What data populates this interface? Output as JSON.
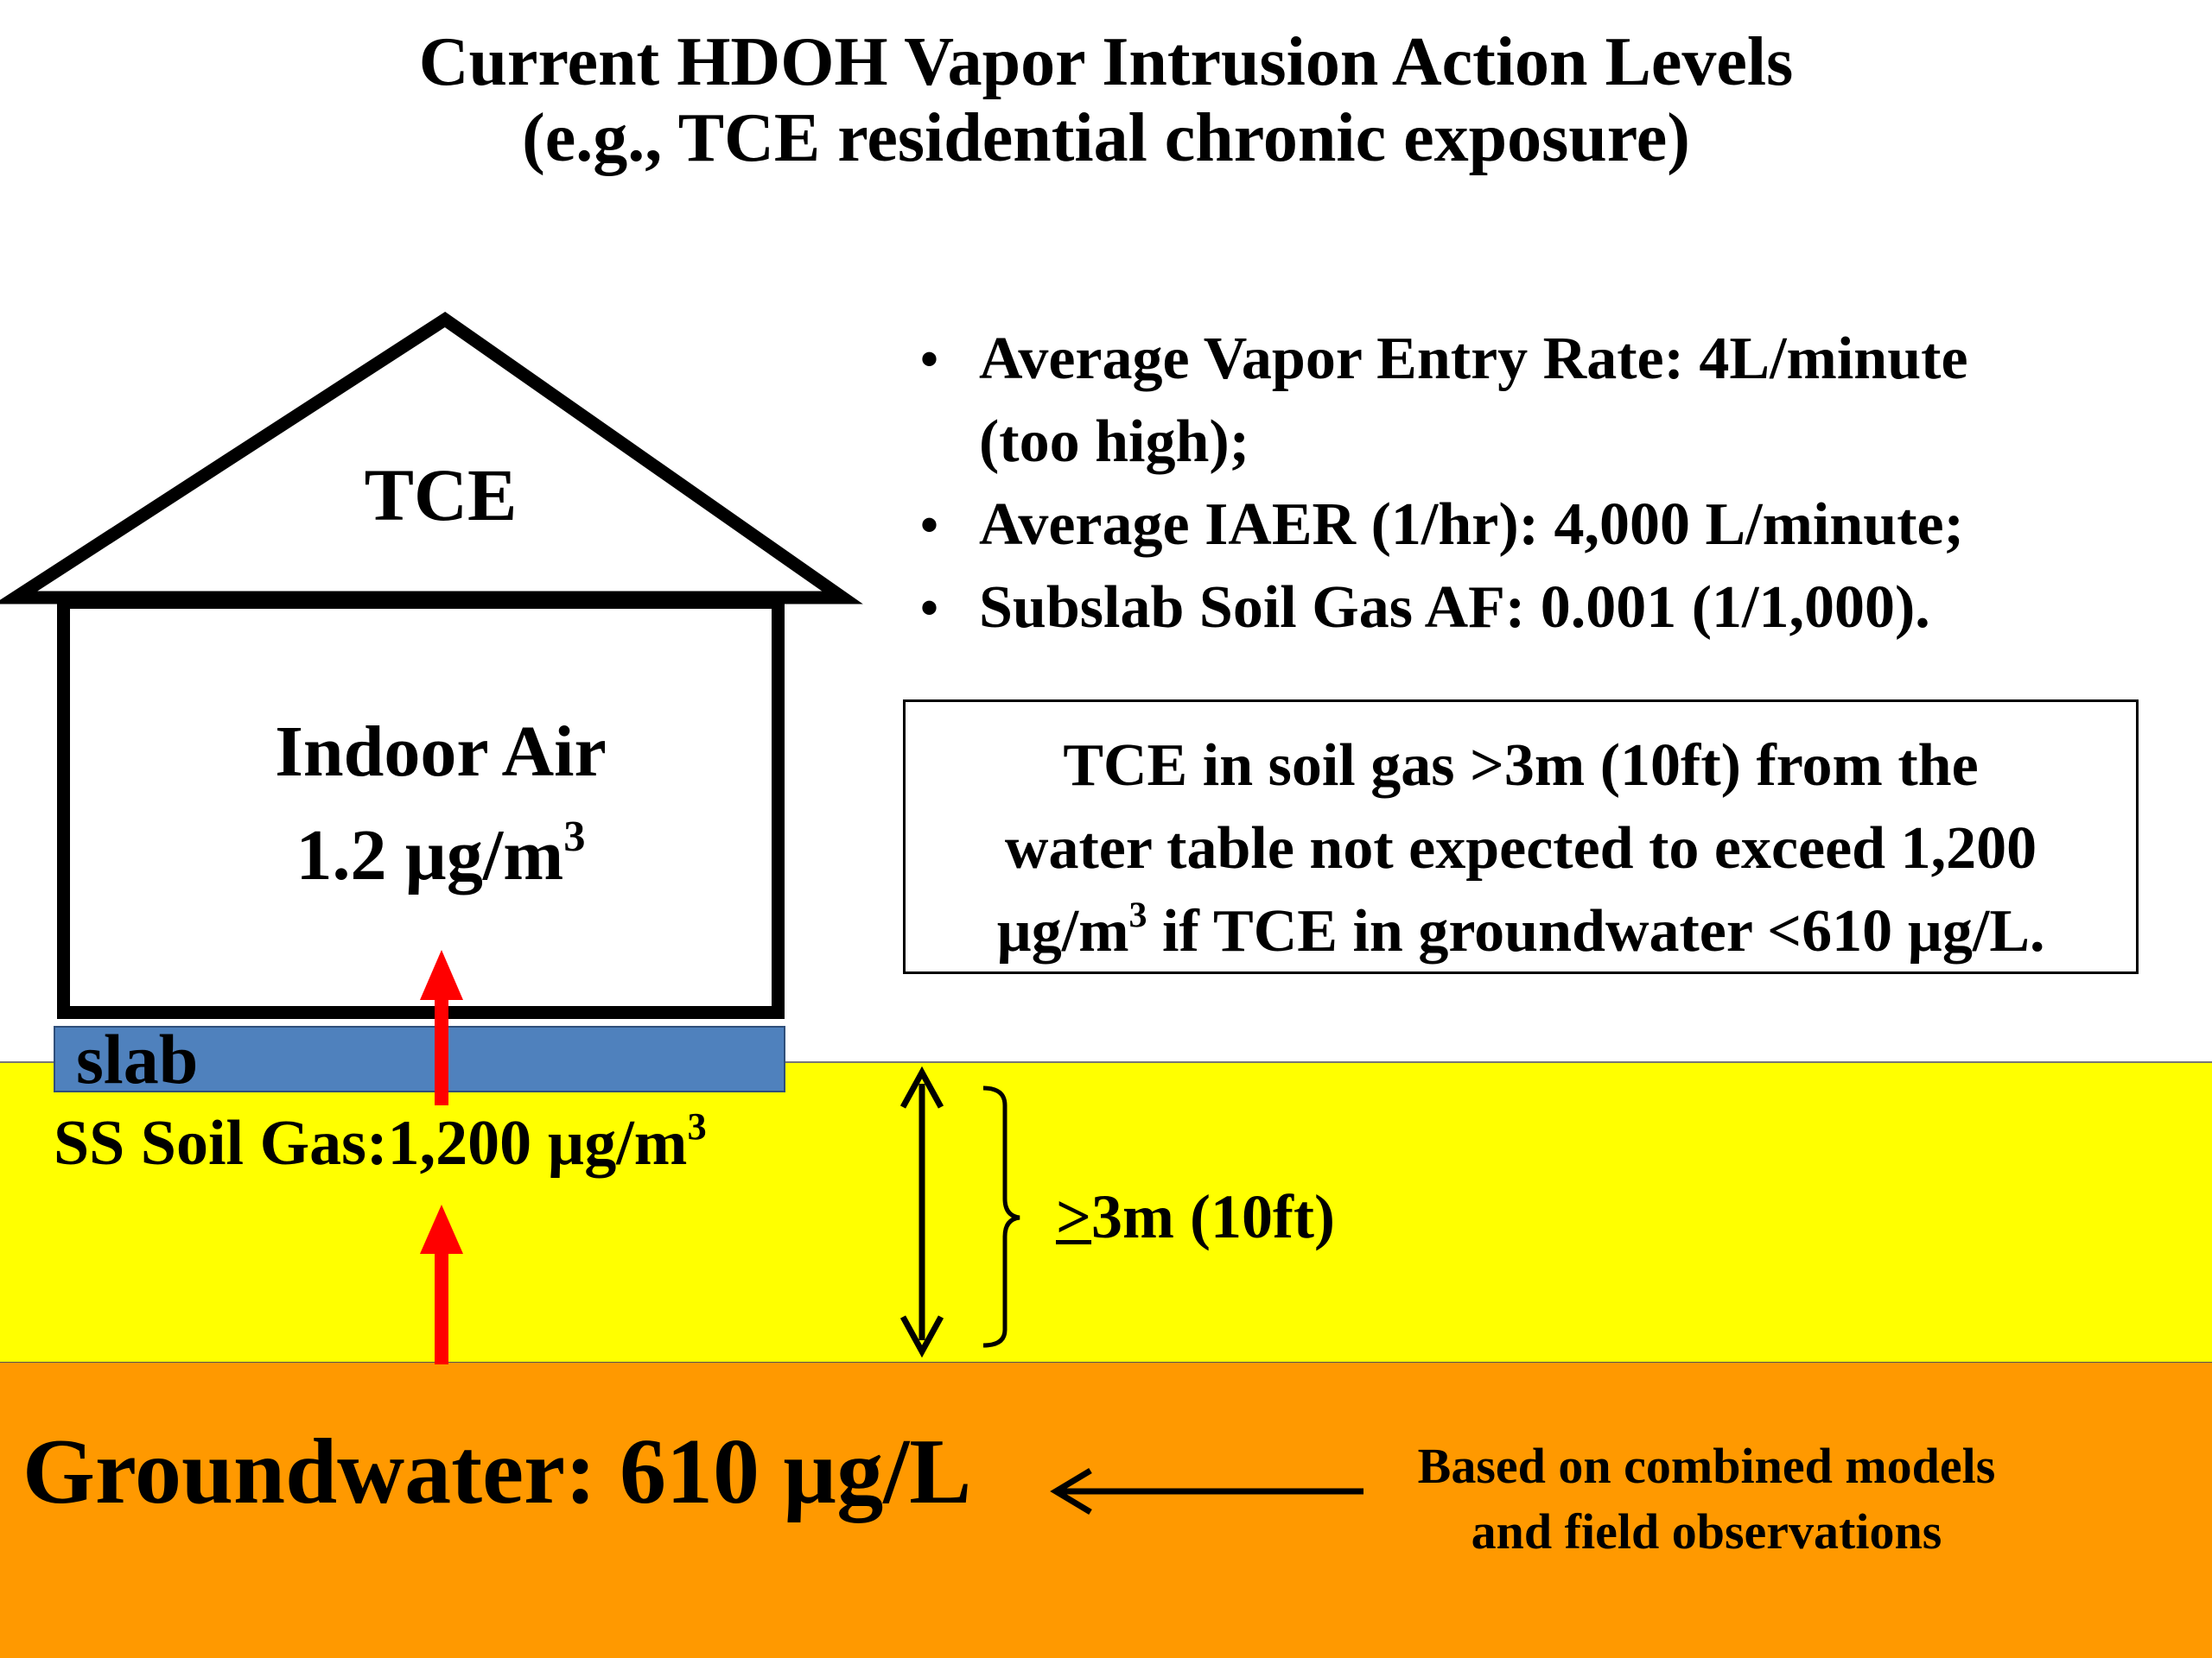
{
  "title": {
    "line1": "Current HDOH Vapor Intrusion Action Levels",
    "line2": "(e.g., TCE residential chronic exposure)"
  },
  "house": {
    "roof_label": "TCE",
    "indoor_air_label": "Indoor Air",
    "indoor_air_value": "1.2 µg/m",
    "indoor_air_superscript": "3",
    "slab_label": "slab"
  },
  "subslab": {
    "label": "SS Soil Gas:1,200 µg/m",
    "superscript": "3"
  },
  "bullets": [
    {
      "line1": "Average Vapor Entry Rate: 4L/minute",
      "line2": "(too high);"
    },
    {
      "line1": "Average IAER (1/hr): 4,000 L/minute;",
      "line2": ""
    },
    {
      "line1": "Subslab Soil Gas AF: 0.001 (1/1,000).",
      "line2": ""
    }
  ],
  "bullet_glyph": "•",
  "note": {
    "line1": "TCE in soil gas >3m (10ft) from the",
    "line2": "water table not expected to exceed 1,200",
    "line3_pre": "µg/m",
    "line3_sup": "3",
    "line3_post": " if TCE in groundwater <610 µg/L."
  },
  "depth": {
    "symbol": ">",
    "text": "3m (10ft)"
  },
  "groundwater": {
    "label": "Groundwater: 610 µg/L"
  },
  "basis": {
    "line1": "Based on combined models",
    "line2": "and field observations"
  },
  "colors": {
    "soil_zone": "#ffff00",
    "groundwater_zone": "#ff9900",
    "slab": "#4f81bd",
    "vapor_arrow": "#ff0000"
  }
}
